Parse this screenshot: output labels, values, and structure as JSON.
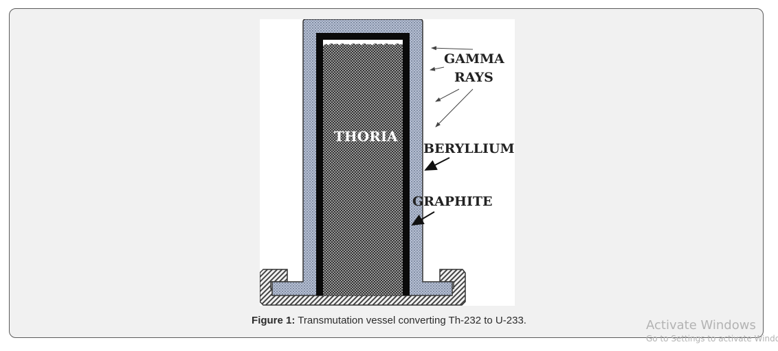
{
  "figure": {
    "labels": {
      "gamma": "GAMMA",
      "rays": "RAYS",
      "beryllium": "BERYLLIUM",
      "graphite": "GRAPHITE",
      "thoria": "THORIA"
    },
    "colors": {
      "beryllium": "#aab6cc",
      "graphite": "#0a0a0a",
      "thoria": "#8a8a8a",
      "base": "#7a7a7a"
    }
  },
  "caption": {
    "label": "Figure 1:",
    "text": "Transmutation vessel converting Th-232 to U-233."
  },
  "watermark": {
    "title": "Activate Windows",
    "subtitle": "Go to Settings to activate Windows."
  }
}
